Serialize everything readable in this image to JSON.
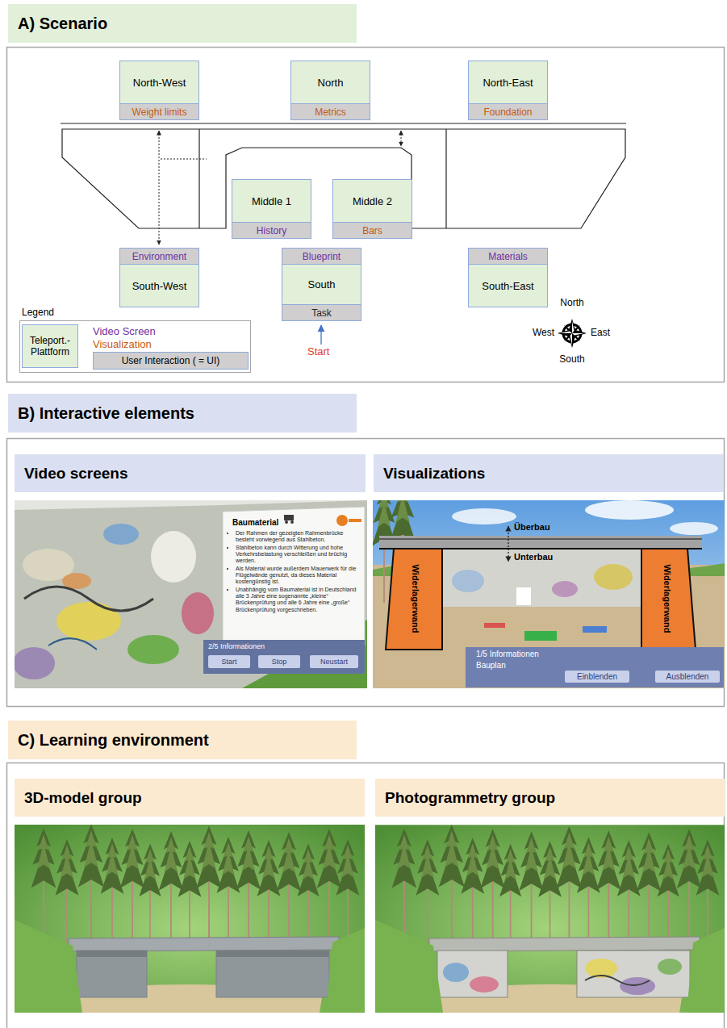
{
  "diagram": {
    "nodes": [
      {
        "text": [
          "A) Scenario"
        ]
      },
      {
        "text": [
          "North-West",
          "Weight limits"
        ],
        "in": 0
      },
      {
        "text": [
          "North",
          "Metrics"
        ],
        "in": 0
      },
      {
        "text": [
          "North-East",
          "Foundation"
        ],
        "in": 0
      },
      {
        "text": [
          "Middle 1",
          "History"
        ],
        "in": 0
      },
      {
        "text": [
          "Middle 2",
          "Bars"
        ],
        "in": 0
      },
      {
        "text": [
          "Environment",
          "South-West"
        ],
        "in": 0
      },
      {
        "text": [
          "Blueprint",
          "South",
          "Task"
        ],
        "in": 0
      },
      {
        "text": [
          "Materials",
          "South-East"
        ],
        "in": 0
      },
      {
        "text": [
          "B) Interactive elements"
        ]
      },
      {
        "text": [
          "Video screens"
        ],
        "in": 9
      },
      {
        "text": [
          "Visualizations"
        ],
        "in": 9
      },
      {
        "text": [
          "C) Learning environment"
        ]
      },
      {
        "text": [
          "3D-model group"
        ],
        "in": 12
      },
      {
        "text": [
          "Photogrammetry group"
        ],
        "in": 12
      }
    ],
    "labels": [
      "Legend",
      "Start",
      "North",
      "West",
      "East",
      "South",
      "Baumaterial",
      "Der Rahmen der gezeigten Rahmenbrücke besteht vorwiegend aus Stahlbeton.",
      "Stahlbeton kann durch Witterung und hohe Verkehrsbelastung verschleißen und brüchig werden.",
      "Als Material wurde außerdem Mauerwerk für die Flügelwände genutzt, da dieses Material kostengünstig ist.",
      "Unabhängig vom Baumaterial ist in Deutschland alle 3 Jahre eine sogenannte „kleine“ Brückenprüfung und alle 6 Jahre eine „große“ Brückenprüfung vorgeschrieben.",
      "2/5 Informationen",
      "Start",
      "Stop",
      "Neustart",
      "Überbau",
      "Unterbau",
      "Widerlagerwand",
      "Widerlagerwand",
      "1/5 Informationen",
      "Bauplan",
      "Einblenden",
      "Ausblenden"
    ],
    "legend": [
      {
        "text": "Teleport.-Plattform",
        "color": "#e2efd9"
      },
      {
        "text": "Video Screen"
      },
      {
        "text": "Visualization"
      },
      {
        "text": "User Interaction ( = UI)",
        "color": "#d0cece"
      }
    ]
  }
}
